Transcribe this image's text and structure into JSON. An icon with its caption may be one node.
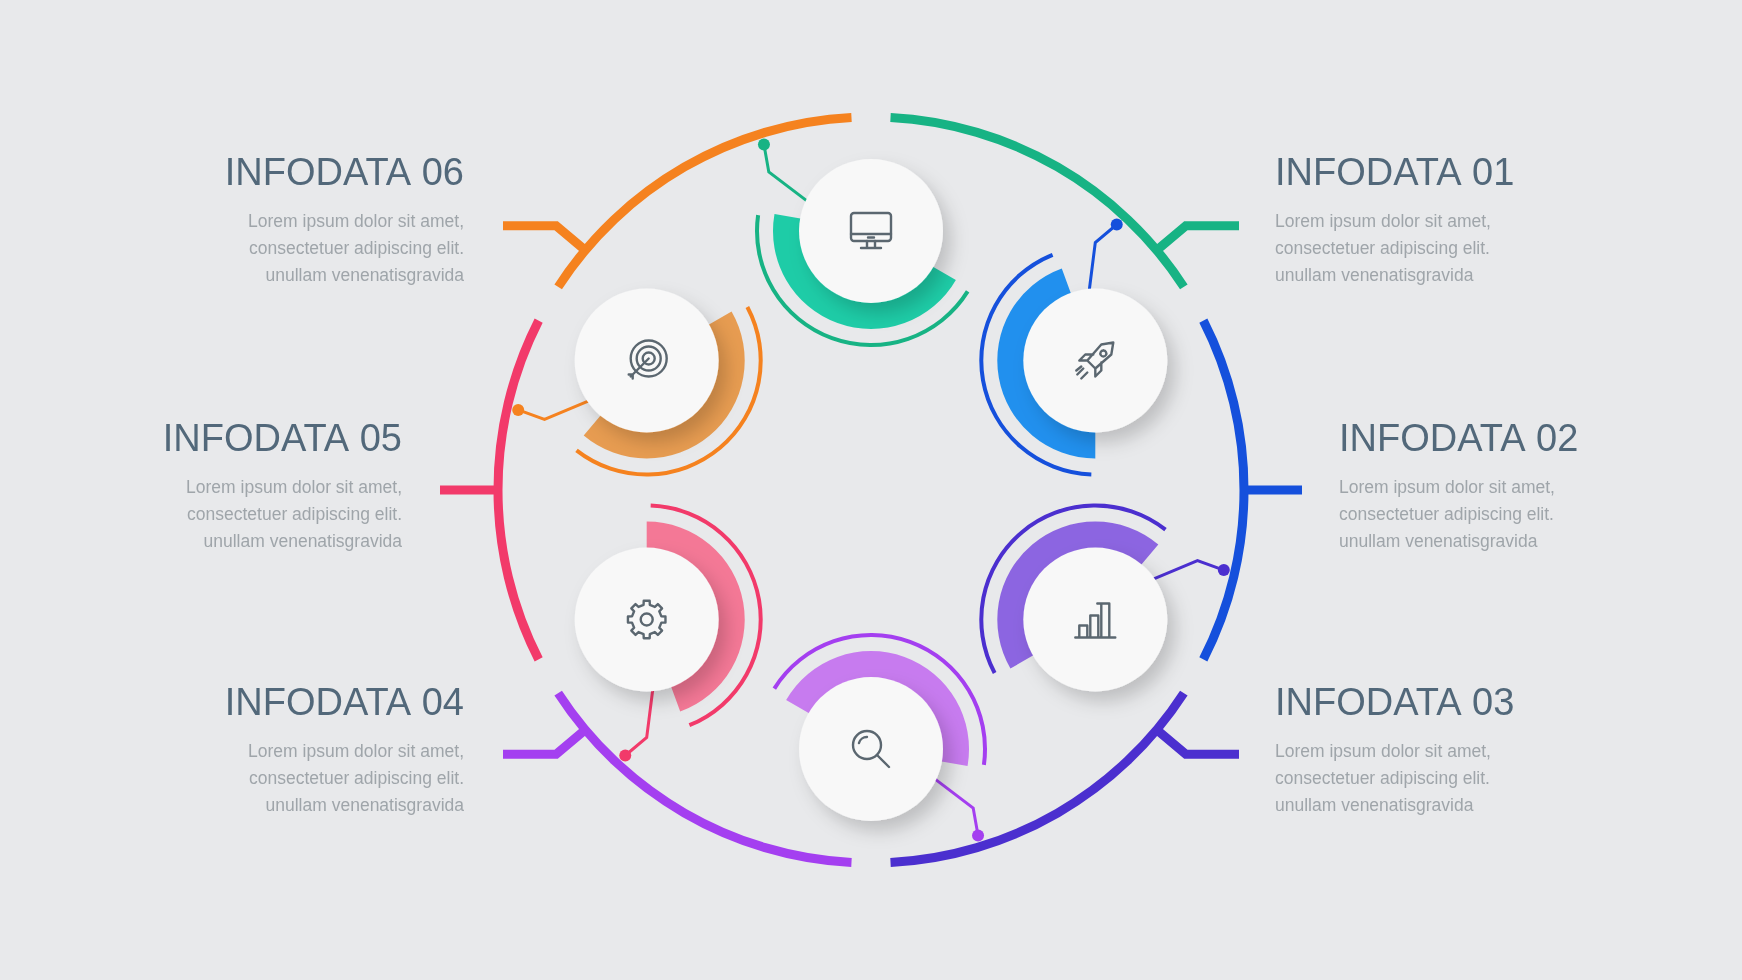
{
  "diagram": {
    "nodes": [
      {
        "text": [
          "**INFODATA** 01",
          "Lorem ipsum dolor sit amet, consectetuer adipiscing elit. unullam venenatisgravida"
        ]
      },
      {
        "text": [
          "**INFODATA** 02",
          "Lorem ipsum dolor sit amet, consectetuer adipiscing elit. unullam venenatisgravida"
        ]
      },
      {
        "text": [
          "**INFODATA** 03",
          "Lorem ipsum dolor sit amet, consectetuer adipiscing elit. unullam venenatisgravida"
        ]
      },
      {
        "text": [
          "**INFODATA** 04",
          "Lorem ipsum dolor sit amet, consectetuer adipiscing elit. unullam venenatisgravida"
        ]
      },
      {
        "text": [
          "**INFODATA** 05",
          "Lorem ipsum dolor sit amet, consectetuer adipiscing elit. unullam venenatisgravida"
        ]
      },
      {
        "text": [
          "**INFODATA** 06",
          "Lorem ipsum dolor sit amet, consectetuer adipiscing elit. unullam venenatisgravida"
        ]
      }
    ]
  }
}
